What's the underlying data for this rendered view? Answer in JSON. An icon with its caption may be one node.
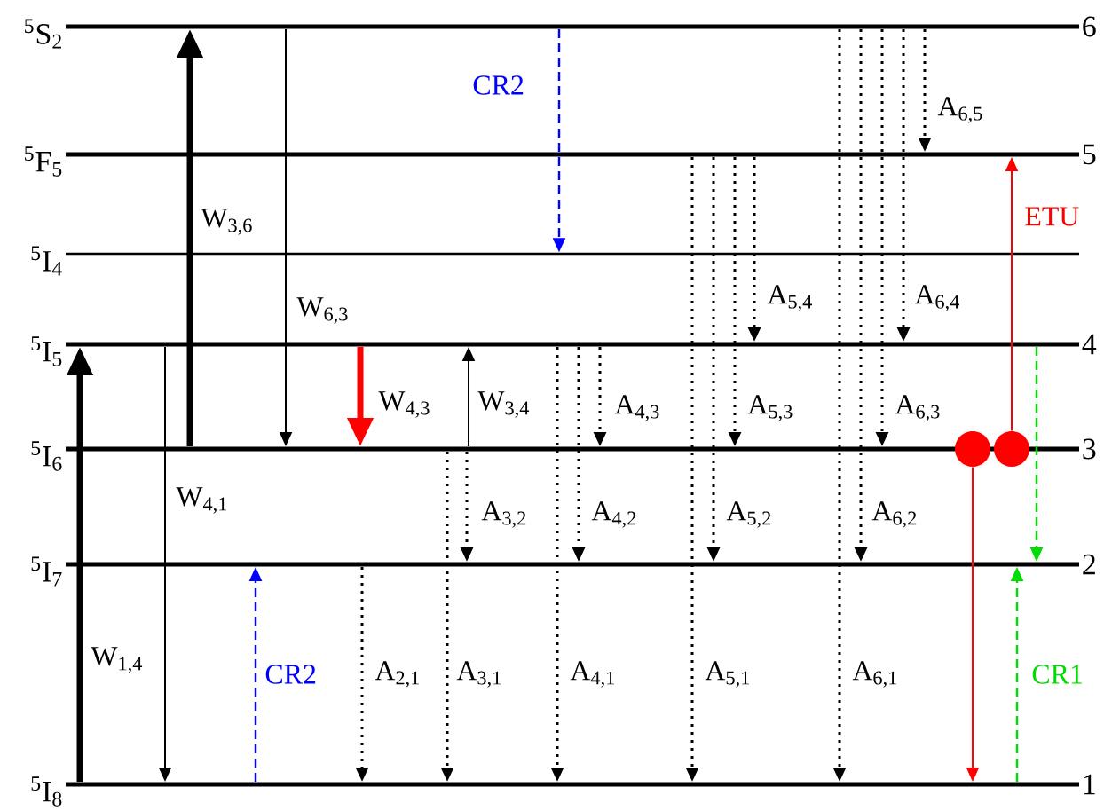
{
  "diagram": {
    "nodes": [
      {
        "text": [
          "$^{5}$S$_{2}$"
        ],
        "beside": [
          "6"
        ]
      },
      {
        "text": [
          "$^{5}$F$_{5}$"
        ],
        "beside": [
          "5"
        ]
      },
      {
        "text": [
          "$^{5}$I$_{4}$"
        ]
      },
      {
        "text": [
          "$^{5}$I$_{5}$"
        ],
        "beside": [
          "4"
        ]
      },
      {
        "text": [
          "$^{5}$I$_{6}$"
        ],
        "beside": [
          "3"
        ]
      },
      {
        "text": [
          "$^{5}$I$_{7}$"
        ],
        "beside": [
          "2"
        ]
      },
      {
        "text": [
          "$^{5}$I$_{8}$"
        ],
        "beside": [
          "1"
        ]
      },
      {
        "text": [],
        "shape": "circle"
      },
      {
        "text": [],
        "shape": "circle"
      }
    ],
    "edges": [
      {
        "from": 6,
        "to": 3,
        "arrow": "to",
        "label": "W$_{1,4}$",
        "style": "thick"
      },
      {
        "from": 3,
        "to": 6,
        "arrow": "to",
        "label": "W$_{4,1}$"
      },
      {
        "from": 4,
        "to": 0,
        "arrow": "to",
        "label": "W$_{3,6}$",
        "style": "thick"
      },
      {
        "from": 0,
        "to": 4,
        "arrow": "to",
        "label": "W$_{6,3}$"
      },
      {
        "from": 3,
        "to": 4,
        "arrow": "to",
        "label": "W$_{4,3}$",
        "style": "thick",
        "color": "#ff0000"
      },
      {
        "from": 4,
        "to": 3,
        "arrow": "to",
        "label": "W$_{3,4}$"
      },
      {
        "from": 0,
        "to": 2,
        "arrow": "to",
        "label": "CR2",
        "style": "dashed",
        "color": "#0000ff"
      },
      {
        "from": 6,
        "to": 5,
        "arrow": "to",
        "label": "CR2",
        "style": "dashed",
        "color": "#0000ff"
      },
      {
        "from": 5,
        "to": 6,
        "arrow": "to",
        "label": "A$_{2,1}$",
        "style": "dashed"
      },
      {
        "from": 4,
        "to": 6,
        "arrow": "to",
        "label": "A$_{3,1}$",
        "style": "dashed"
      },
      {
        "from": 4,
        "to": 5,
        "arrow": "to",
        "label": "A$_{3,2}$",
        "style": "dashed"
      },
      {
        "from": 3,
        "to": 6,
        "arrow": "to",
        "label": "A$_{4,1}$",
        "style": "dashed"
      },
      {
        "from": 3,
        "to": 5,
        "arrow": "to",
        "label": "A$_{4,2}$",
        "style": "dashed"
      },
      {
        "from": 3,
        "to": 4,
        "arrow": "to",
        "label": "A$_{4,3}$",
        "style": "dashed"
      },
      {
        "from": 1,
        "to": 6,
        "arrow": "to",
        "label": "A$_{5,1}$",
        "style": "dashed"
      },
      {
        "from": 1,
        "to": 5,
        "arrow": "to",
        "label": "A$_{5,2}$",
        "style": "dashed"
      },
      {
        "from": 1,
        "to": 4,
        "arrow": "to",
        "label": "A$_{5,3}$",
        "style": "dashed"
      },
      {
        "from": 1,
        "to": 3,
        "arrow": "to",
        "label": "A$_{5,4}$",
        "style": "dashed"
      },
      {
        "from": 0,
        "to": 6,
        "arrow": "to",
        "label": "A$_{6,1}$",
        "style": "dashed"
      },
      {
        "from": 0,
        "to": 5,
        "arrow": "to",
        "label": "A$_{6,2}$",
        "style": "dashed"
      },
      {
        "from": 0,
        "to": 4,
        "arrow": "to",
        "label": "A$_{6,3}$",
        "style": "dashed"
      },
      {
        "from": 0,
        "to": 3,
        "arrow": "to",
        "label": "A$_{6,4}$",
        "style": "dashed"
      },
      {
        "from": 0,
        "to": 1,
        "arrow": "to",
        "label": "A$_{6,5}$",
        "style": "dashed"
      },
      {
        "from": 8,
        "to": 1,
        "arrow": "to",
        "label": "ETU",
        "color": "#ff0000"
      },
      {
        "from": 7,
        "to": 6,
        "arrow": "to",
        "color": "#ff0000"
      },
      {
        "from": 3,
        "to": 5,
        "arrow": "to",
        "style": "dashed",
        "color": "#00dd00"
      },
      {
        "from": 6,
        "to": 5,
        "arrow": "to",
        "label": "CR1",
        "style": "dashed",
        "color": "#00dd00"
      }
    ]
  }
}
